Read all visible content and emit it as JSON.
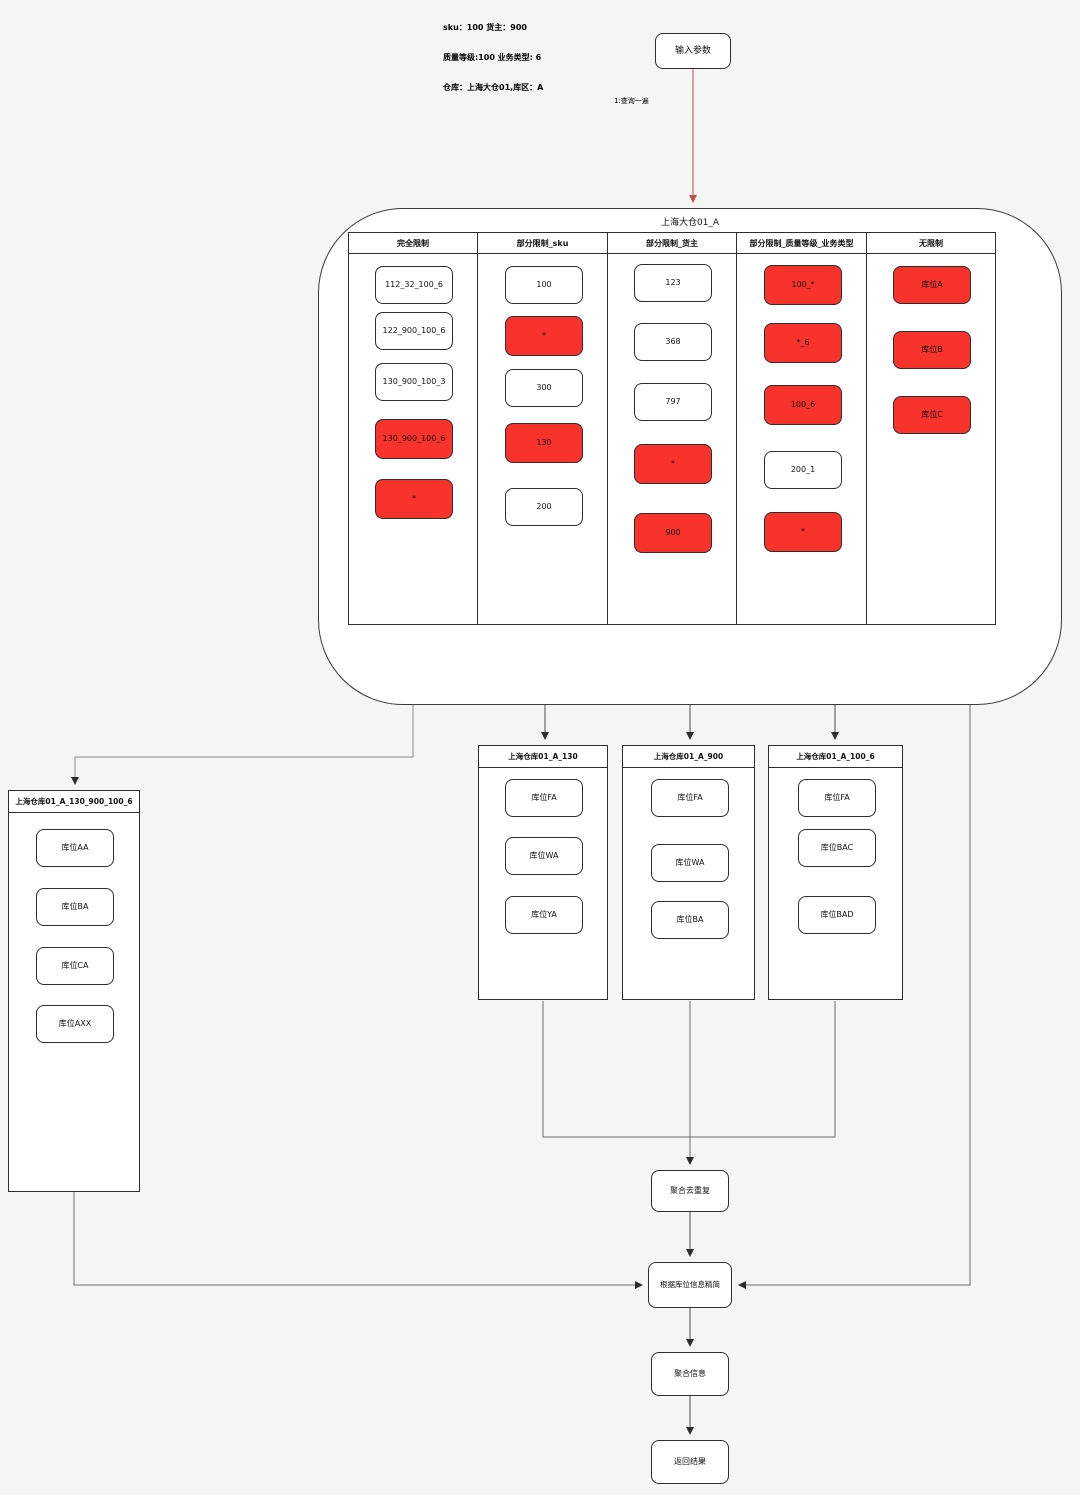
{
  "colors": {
    "canvas_bg": "#f5f5f4",
    "highlight_red_fill": "#f8332c",
    "box_border": "#2d2d2d",
    "edge_line": "#4a4a4a",
    "input_edge_red": "#c0504d"
  },
  "annotations": {
    "params_line1": "sku：100 货主：900",
    "params_line2": "质量等级:100 业务类型: 6",
    "params_line3": "仓库：上海大仓01,库区：A",
    "query_edge_label": "1:查询一遍"
  },
  "input_node": {
    "label": "输入参数"
  },
  "main": {
    "title": "上海大仓01_A",
    "columns": [
      {
        "header": "完全限制",
        "items": [
          {
            "label": "112_32_100_6",
            "highlighted": false
          },
          {
            "label": "122_900_100_6",
            "highlighted": false
          },
          {
            "label": "130_900_100_3",
            "highlighted": false
          },
          {
            "label": "130_900_100_6",
            "highlighted": true
          },
          {
            "label": "*",
            "highlighted": true
          }
        ]
      },
      {
        "header": "部分限制_sku",
        "items": [
          {
            "label": "100",
            "highlighted": false
          },
          {
            "label": "*",
            "highlighted": true
          },
          {
            "label": "300",
            "highlighted": false
          },
          {
            "label": "130",
            "highlighted": true
          },
          {
            "label": "200",
            "highlighted": false
          }
        ]
      },
      {
        "header": "部分限制_货主",
        "items": [
          {
            "label": "123",
            "highlighted": false
          },
          {
            "label": "368",
            "highlighted": false
          },
          {
            "label": "797",
            "highlighted": false
          },
          {
            "label": "*",
            "highlighted": true
          },
          {
            "label": "900",
            "highlighted": true
          }
        ]
      },
      {
        "header": "部分限制_质量等级_业务类型",
        "items": [
          {
            "label": "100_*",
            "highlighted": true
          },
          {
            "label": "*_6",
            "highlighted": true
          },
          {
            "label": "100_6",
            "highlighted": true
          },
          {
            "label": "200_1",
            "highlighted": false
          },
          {
            "label": "*",
            "highlighted": true
          }
        ]
      },
      {
        "header": "无限制",
        "items": [
          {
            "label": "库位A",
            "highlighted": true
          },
          {
            "label": "库位B",
            "highlighted": true
          },
          {
            "label": "库位C",
            "highlighted": true
          }
        ]
      }
    ]
  },
  "warehouses": [
    {
      "title": "上海仓库01_A_130_900_100_6",
      "slots": [
        "库位AA",
        "库位BA",
        "库位CA",
        "库位AXX"
      ]
    },
    {
      "title": "上海仓库01_A_130",
      "slots": [
        "库位FA",
        "库位WA",
        "库位YA"
      ]
    },
    {
      "title": "上海仓库01_A_900",
      "slots": [
        "库位FA",
        "库位WA",
        "库位BA"
      ]
    },
    {
      "title": "上海仓库01_A_100_6",
      "slots": [
        "库位FA",
        "库位BAC",
        "库位BAD"
      ]
    }
  ],
  "flow": {
    "dedupe": "聚合去重复",
    "refine": "根据库位信息精简",
    "aggregate": "聚合信息",
    "result": "返回结果"
  }
}
